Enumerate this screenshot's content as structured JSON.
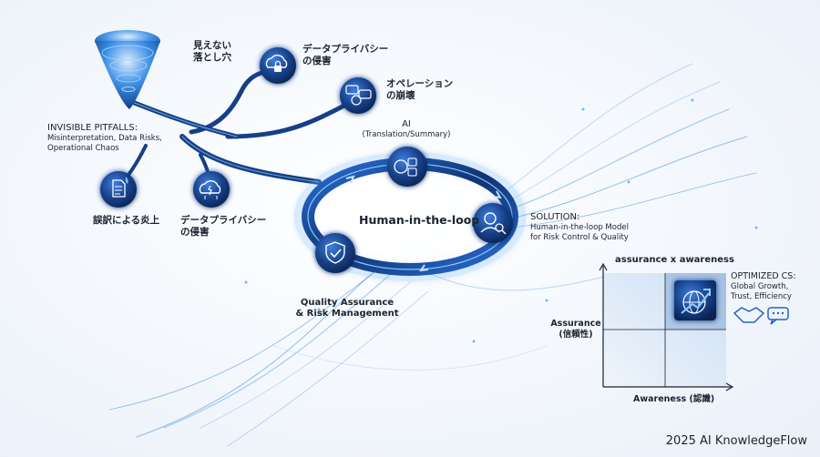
{
  "pitfalls": {
    "vortex_label": [
      "見えない",
      "落とし穴"
    ],
    "title": "INVISIBLE PITFALLS:",
    "lines": [
      "Misinterpretation, Data Risks,",
      "Operational Chaos"
    ],
    "branches": {
      "privacy_top": [
        "データプライバシー",
        "の侵害"
      ],
      "ops": [
        "オペレーション",
        "の崩壊"
      ],
      "mistranslation": "誤訳による炎上",
      "privacy_bottom": [
        "データプライバシー",
        "の侵害"
      ]
    }
  },
  "loop": {
    "center_label": "Human-in-the-loop",
    "ai": {
      "title": "AI",
      "subtitle": "(Translation/Summary)"
    },
    "solution": {
      "title": "SOLUTION:",
      "lines": [
        "Human-in-the-loop Model",
        "for Risk Control & Quality"
      ]
    },
    "qa": [
      "Quality Assurance",
      "& Risk Management"
    ]
  },
  "matrix": {
    "title": "assurance x awareness",
    "y_label": [
      "Assurance",
      "(信頼性)"
    ],
    "x_label": "Awareness (認識)",
    "optimized": {
      "title": "OPTIMIZED CS:",
      "lines": [
        "Global Growth,",
        "Trust, Efficiency"
      ]
    }
  },
  "icons": [
    "vortex-icon",
    "cloud-lock-icon",
    "chat-bubbles-icon",
    "fire-document-icon",
    "cloud-broken-icon",
    "brain-translate-icon",
    "person-search-icon",
    "shield-check-icon",
    "globe-growth-icon",
    "handshake-icon"
  ],
  "colors": {
    "accent": "#1f63c9",
    "dark": "#0f2e63",
    "glow": "#6fb7ff"
  },
  "footer": "2025 AI KnowledgeFlow"
}
